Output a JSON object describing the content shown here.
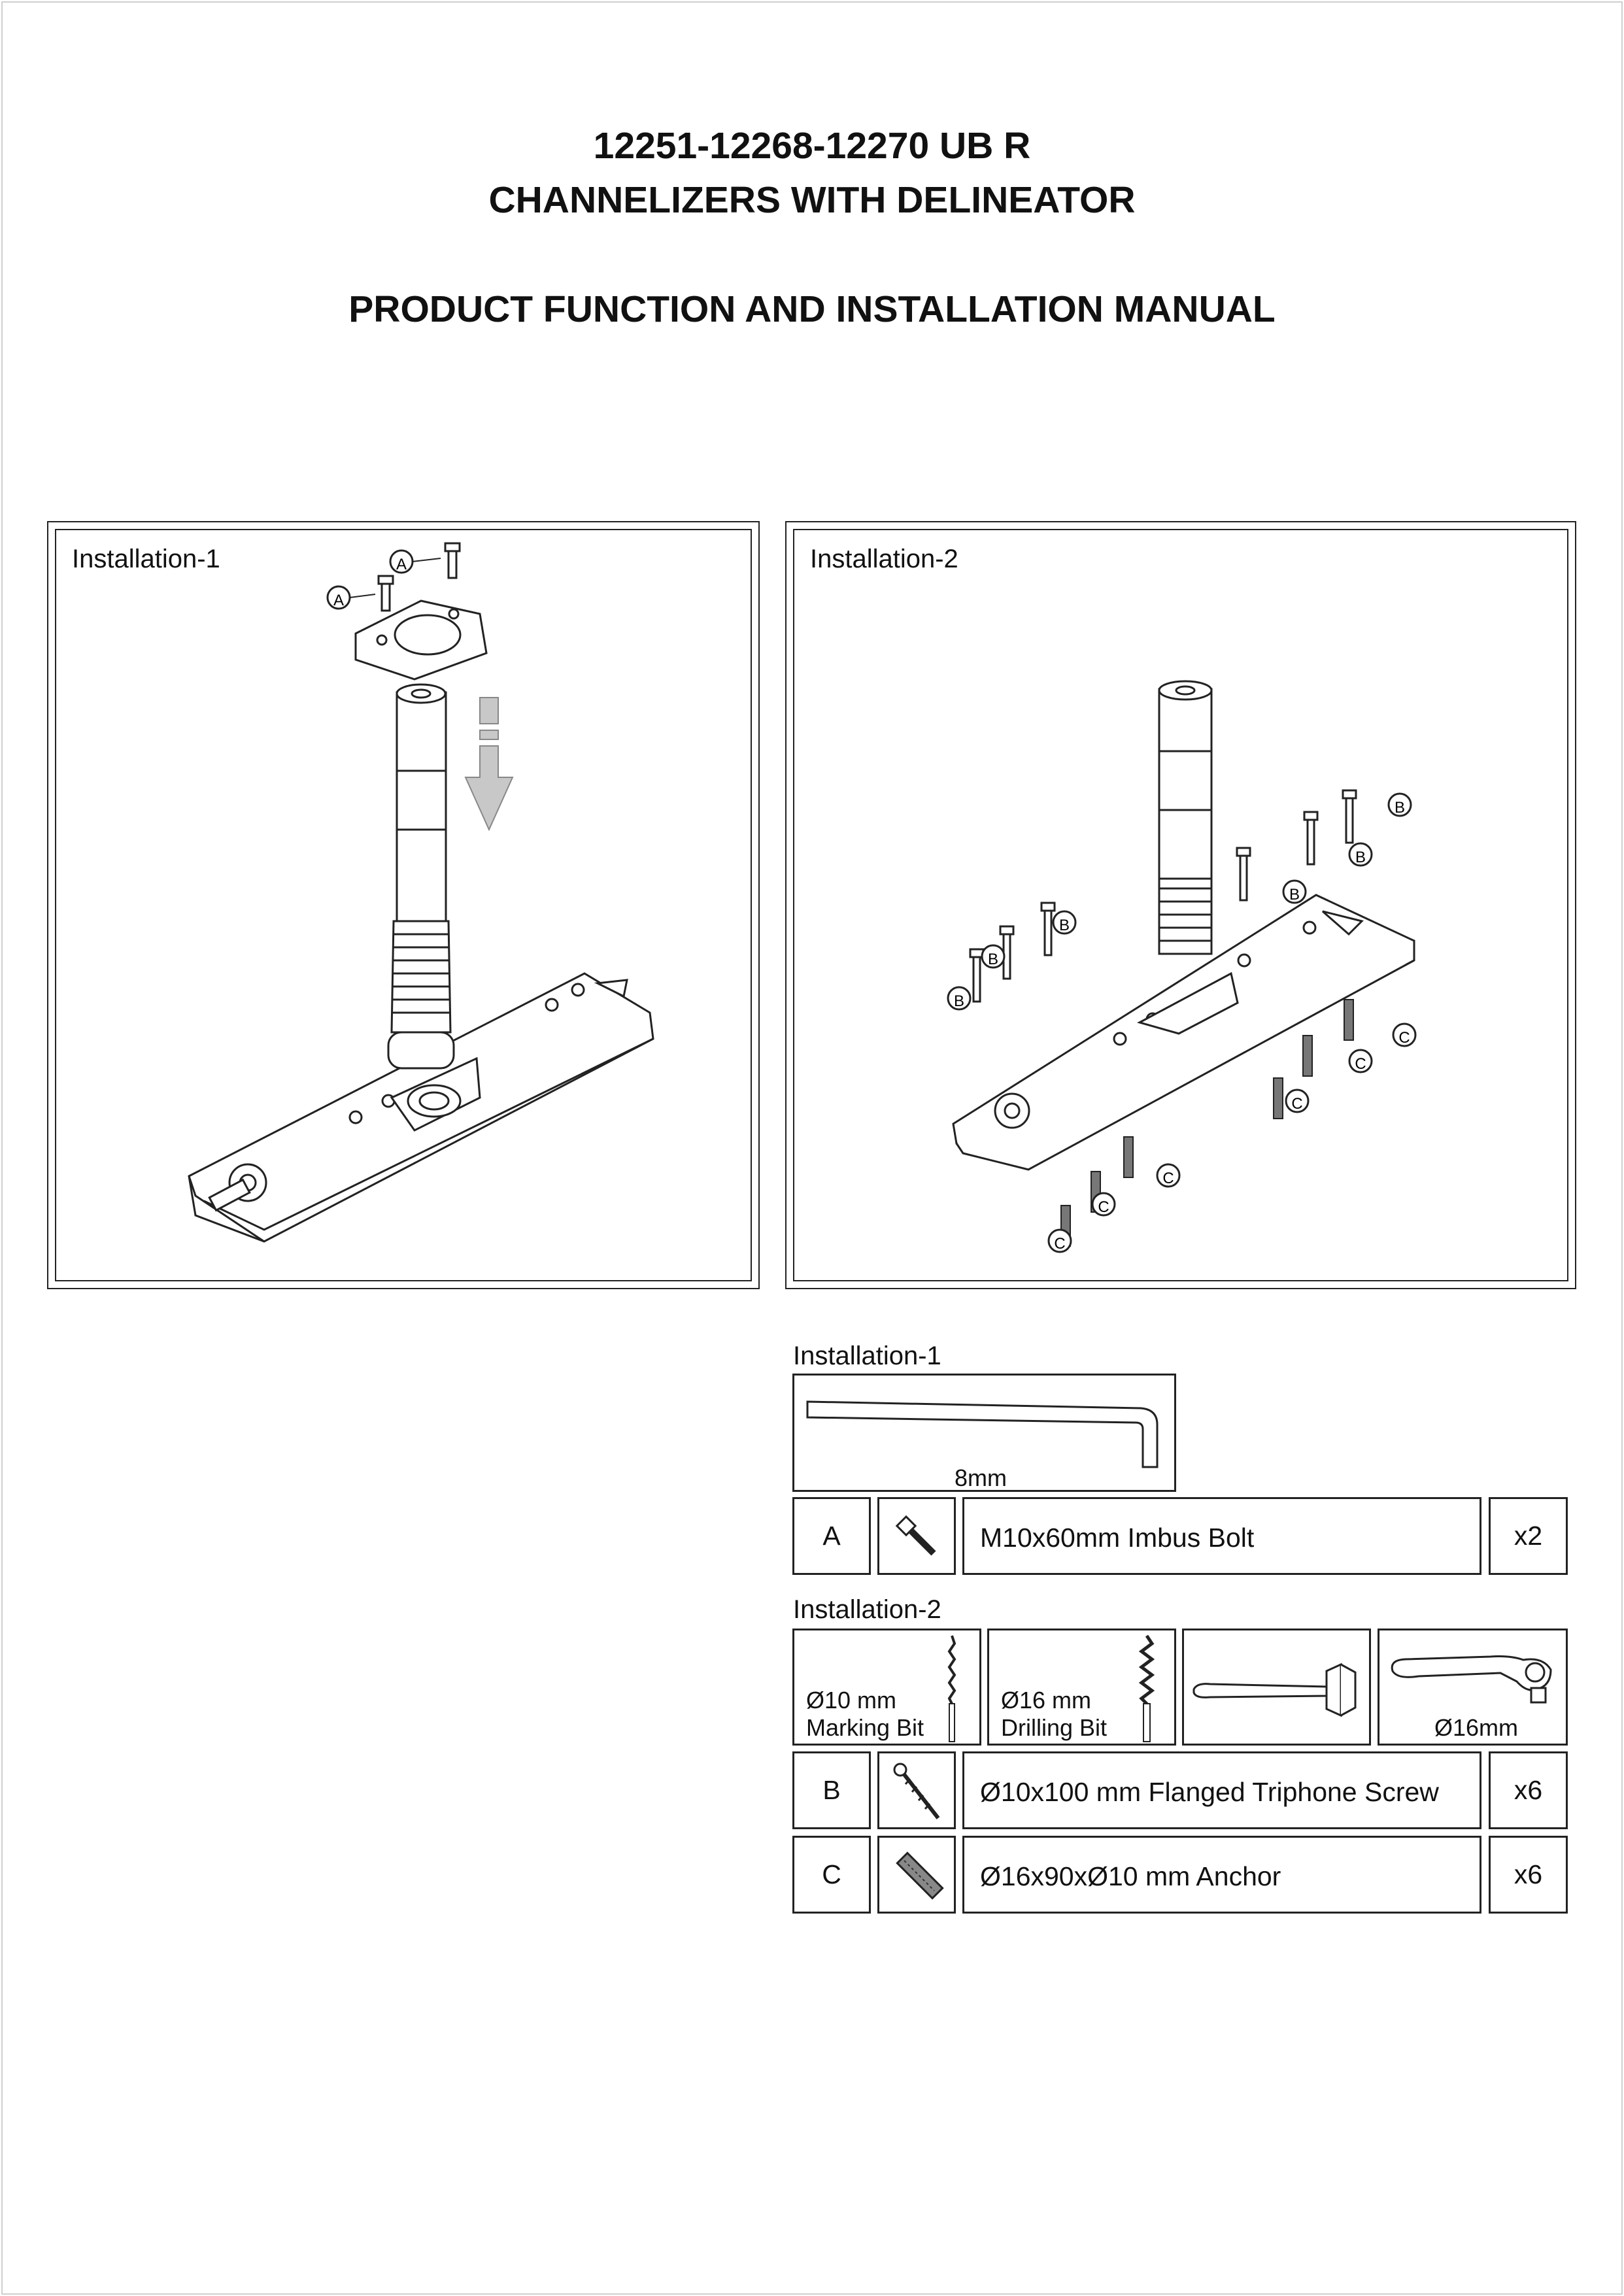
{
  "header": {
    "line1": "12251-12268-12270 UB R",
    "line2": "CHANNELIZERS WITH DELINEATOR",
    "line3": "PRODUCT FUNCTION AND INSTALLATION MANUAL"
  },
  "panels": {
    "installation1": {
      "label": "Installation-1",
      "callout": "A"
    },
    "installation2": {
      "label": "Installation-2",
      "callout_b": "B",
      "callout_c": "C"
    }
  },
  "parts": {
    "section1": {
      "label": "Installation-1",
      "tool_label": "8mm",
      "row_a": {
        "code": "A",
        "description": "M10x60mm Imbus Bolt",
        "qty": "x2"
      }
    },
    "section2": {
      "label": "Installation-2",
      "tools": {
        "marking_bit_size": "Ø10 mm",
        "marking_bit_name": "Marking Bit",
        "drilling_bit_size": "Ø16 mm",
        "drilling_bit_name": "Drilling Bit",
        "ratchet_size": "Ø16mm"
      },
      "row_b": {
        "code": "B",
        "description": "Ø10x100 mm Flanged Triphone Screw",
        "qty": "x6"
      },
      "row_c": {
        "code": "C",
        "description": "Ø16x90xØ10 mm Anchor",
        "qty": "x6"
      }
    }
  },
  "icons": [
    "allen-key-icon",
    "bolt-icon",
    "marking-bit-icon",
    "drilling-bit-icon",
    "hammer-icon",
    "ratchet-icon",
    "screw-icon",
    "anchor-icon"
  ]
}
